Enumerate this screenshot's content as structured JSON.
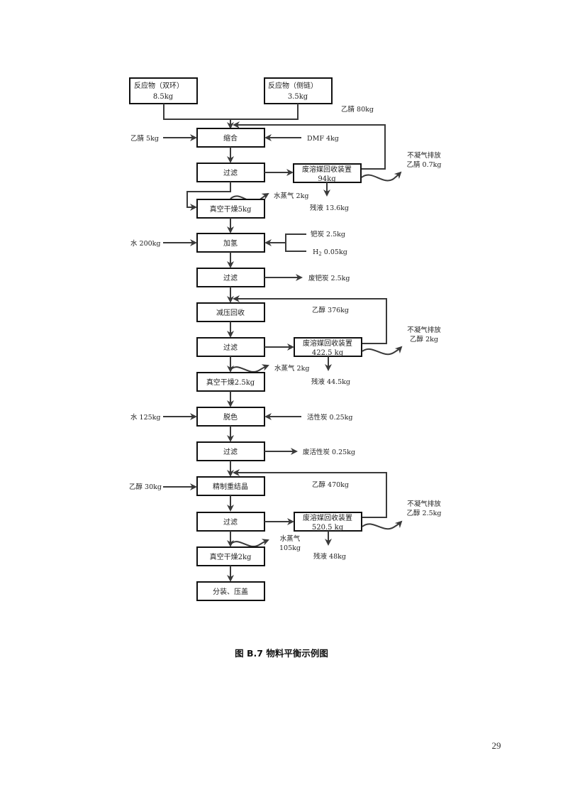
{
  "figure": {
    "caption": "图 B.7  物料平衡示例图",
    "page_number": "29"
  },
  "inputs_top": {
    "bicyclic": {
      "label": "反应物（双环）",
      "value": "8.5kg"
    },
    "sidechain": {
      "label": "反应物（侧链）",
      "value": "3.5kg"
    }
  },
  "steps": [
    {
      "id": "condensation",
      "label": "缩合"
    },
    {
      "id": "filter1",
      "label": "过滤"
    },
    {
      "id": "dry1",
      "label": "真空干燥5kg"
    },
    {
      "id": "hydrogenation",
      "label": "加氢"
    },
    {
      "id": "filter2",
      "label": "过滤"
    },
    {
      "id": "vacuum_recovery",
      "label": "减压回收"
    },
    {
      "id": "filter3",
      "label": "过滤"
    },
    {
      "id": "dry2",
      "label": "真空干燥2.5kg"
    },
    {
      "id": "decolor",
      "label": "脱色"
    },
    {
      "id": "filter4",
      "label": "过滤"
    },
    {
      "id": "recrystallize",
      "label": "精制重结晶"
    },
    {
      "id": "filter5",
      "label": "过滤"
    },
    {
      "id": "dry3",
      "label": "真空干燥2kg"
    },
    {
      "id": "packaging",
      "label": "分装、压盖"
    }
  ],
  "recovery_units": [
    {
      "label": "废溶媒回收装置",
      "value": "94kg"
    },
    {
      "label": "废溶媒回收装置",
      "value": "422.5 kg"
    },
    {
      "label": "废溶媒回收装置",
      "value": "520.5 kg"
    }
  ],
  "side_labels": {
    "acetonitrile_in": "乙腈 5kg",
    "dmf_in": "DMF 4kg",
    "acetonitrile_recycle": "乙腈 80kg",
    "vent1_title": "不凝气排放",
    "vent1_value": "乙腈 0.7kg",
    "steam1": "水蒸气 2kg",
    "residue1": "残液 13.6kg",
    "water_in1": "水 200kg",
    "pdc_in": "钯炭 2.5kg",
    "h2_in": "H",
    "h2_sub": "2",
    "h2_value": " 0.05kg",
    "waste_pdc": "废钯炭 2.5kg",
    "ethanol_recycle1": "乙醇 376kg",
    "vent2_title": "不凝气排放",
    "vent2_value": "乙醇 2kg",
    "steam2": "水蒸气 2kg",
    "residue2": "残液 44.5kg",
    "water_in2": "水 125kg",
    "carbon_in": "活性炭 0.25kg",
    "waste_carbon": "废活性炭 0.25kg",
    "ethanol_in": "乙醇 30kg",
    "ethanol_recycle2": "乙醇 470kg",
    "vent3_title": "不凝气排放",
    "vent3_value": "乙醇 2.5kg",
    "steam3_title": "水蒸气",
    "steam3_value": "105kg",
    "residue3": "残液 48kg"
  }
}
